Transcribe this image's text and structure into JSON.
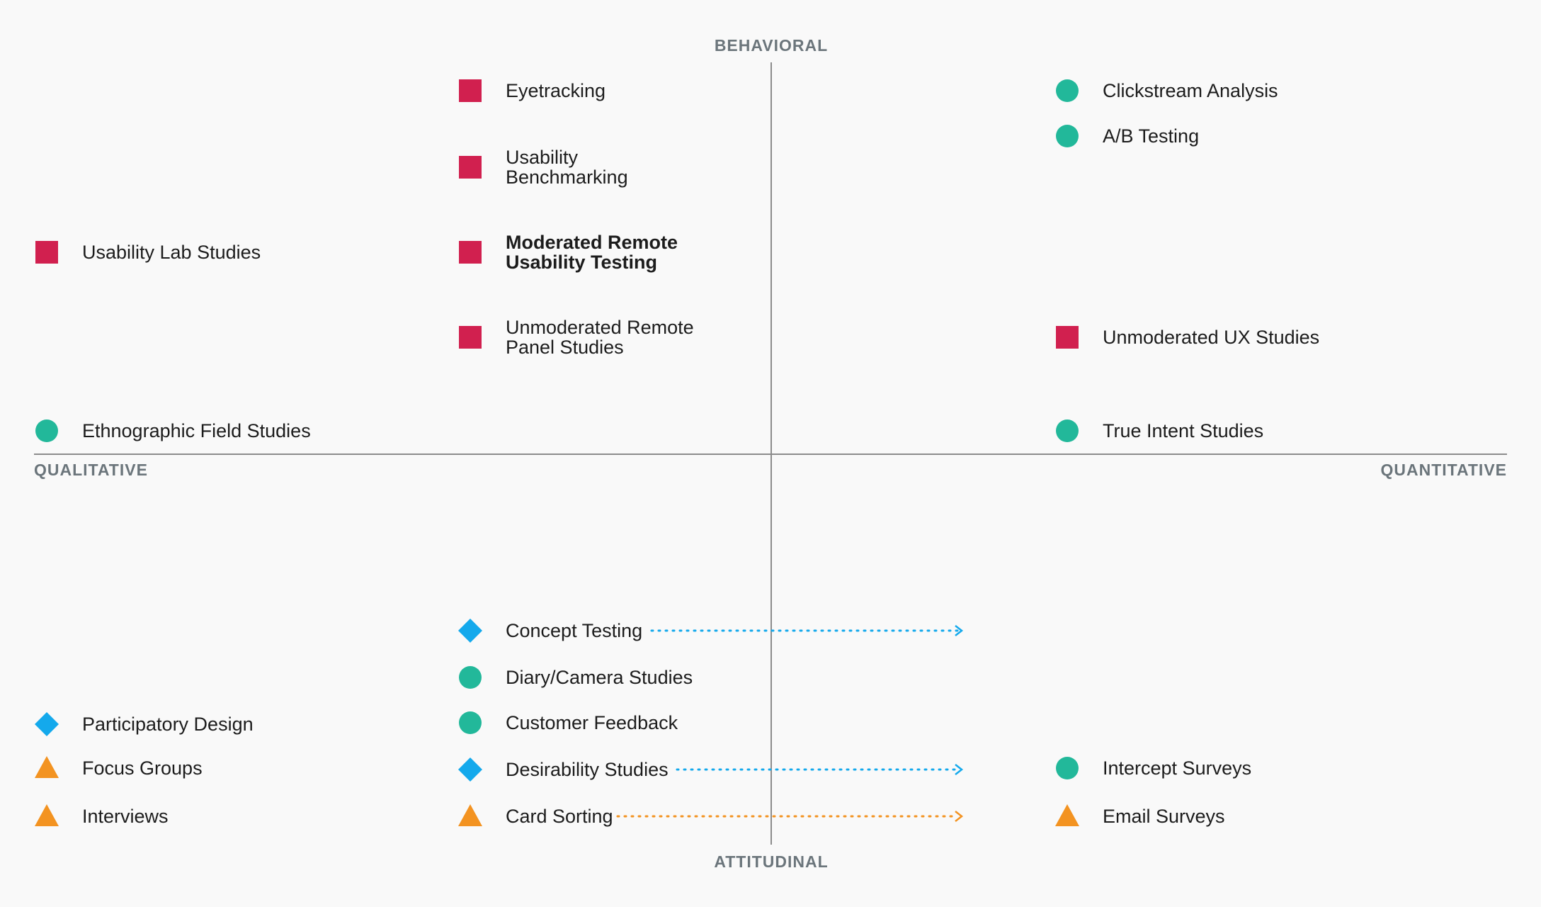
{
  "axes": {
    "top": "BEHAVIORAL",
    "bottom": "ATTITUDINAL",
    "left": "QUALITATIVE",
    "right": "QUANTITATIVE"
  },
  "colors": {
    "axis_line": "#8c8c8c",
    "axis_text": "#6b757b",
    "label_text": "#1c1c1c",
    "square": "#d1204f",
    "circle": "#22b89a",
    "diamond": "#14a9ec",
    "triangle": "#f39321"
  },
  "items": [
    {
      "id": "eyetracking",
      "lines": [
        "Eyetracking"
      ],
      "shape": "square",
      "bold": false
    },
    {
      "id": "usability-benchmarking",
      "lines": [
        "Usability",
        "Benchmarking"
      ],
      "shape": "square",
      "bold": false
    },
    {
      "id": "usability-lab-studies",
      "lines": [
        "Usability Lab Studies"
      ],
      "shape": "square",
      "bold": false
    },
    {
      "id": "moderated-remote-usability-testing",
      "lines": [
        "Moderated Remote",
        "Usability Testing"
      ],
      "shape": "square",
      "bold": true
    },
    {
      "id": "unmoderated-remote-panel-studies",
      "lines": [
        "Unmoderated Remote",
        "Panel Studies"
      ],
      "shape": "square",
      "bold": false
    },
    {
      "id": "ethnographic-field-studies",
      "lines": [
        "Ethnographic Field Studies"
      ],
      "shape": "circle",
      "bold": false
    },
    {
      "id": "clickstream-analysis",
      "lines": [
        "Clickstream Analysis"
      ],
      "shape": "circle",
      "bold": false
    },
    {
      "id": "ab-testing",
      "lines": [
        "A/B Testing"
      ],
      "shape": "circle",
      "bold": false
    },
    {
      "id": "unmoderated-ux-studies",
      "lines": [
        "Unmoderated UX Studies"
      ],
      "shape": "square",
      "bold": false
    },
    {
      "id": "true-intent-studies",
      "lines": [
        "True Intent Studies"
      ],
      "shape": "circle",
      "bold": false
    },
    {
      "id": "concept-testing",
      "lines": [
        "Concept Testing"
      ],
      "shape": "diamond",
      "bold": false
    },
    {
      "id": "diary-camera-studies",
      "lines": [
        "Diary/Camera Studies"
      ],
      "shape": "circle",
      "bold": false
    },
    {
      "id": "customer-feedback",
      "lines": [
        "Customer Feedback"
      ],
      "shape": "circle",
      "bold": false
    },
    {
      "id": "participatory-design",
      "lines": [
        "Participatory Design"
      ],
      "shape": "diamond",
      "bold": false
    },
    {
      "id": "focus-groups",
      "lines": [
        "Focus Groups"
      ],
      "shape": "triangle",
      "bold": false
    },
    {
      "id": "interviews",
      "lines": [
        "Interviews"
      ],
      "shape": "triangle",
      "bold": false
    },
    {
      "id": "desirability-studies",
      "lines": [
        "Desirability Studies"
      ],
      "shape": "diamond",
      "bold": false
    },
    {
      "id": "card-sorting",
      "lines": [
        "Card Sorting"
      ],
      "shape": "triangle",
      "bold": false
    },
    {
      "id": "intercept-surveys",
      "lines": [
        "Intercept Surveys"
      ],
      "shape": "circle",
      "bold": false
    },
    {
      "id": "email-surveys",
      "lines": [
        "Email Surveys"
      ],
      "shape": "triangle",
      "bold": false
    }
  ],
  "arrows": [
    {
      "from": "concept-testing",
      "color_key": "diamond"
    },
    {
      "from": "desirability-studies",
      "color_key": "diamond"
    },
    {
      "from": "card-sorting",
      "color_key": "triangle"
    }
  ]
}
